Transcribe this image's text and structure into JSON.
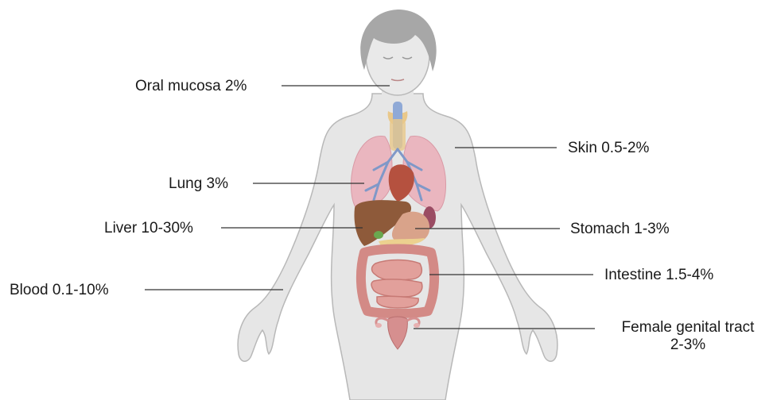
{
  "labels": {
    "oral_mucosa": "Oral mucosa 2%",
    "skin": "Skin 0.5-2%",
    "lung": "Lung 3%",
    "liver": "Liver 10-30%",
    "stomach": "Stomach 1-3%",
    "blood": "Blood 0.1-10%",
    "intestine": "Intestine 1.5-4%",
    "female_genital_line1": "Female genital tract",
    "female_genital_line2": "2-3%"
  },
  "colors": {
    "body_fill": "#e6e6e6",
    "body_stroke": "#b8b8b8",
    "hair": "#a7a7a7",
    "lung": "#eab6bf",
    "bronchi": "#7f98c8",
    "trachea": "#8fa9d6",
    "thyroid": "#e9c88a",
    "heart": "#b5513f",
    "liver": "#8e5a3a",
    "stomach": "#d9a38a",
    "spleen": "#9a4c63",
    "intestine": "#d38a86",
    "uterus": "#d68f8f",
    "leader_line": "#333333"
  }
}
